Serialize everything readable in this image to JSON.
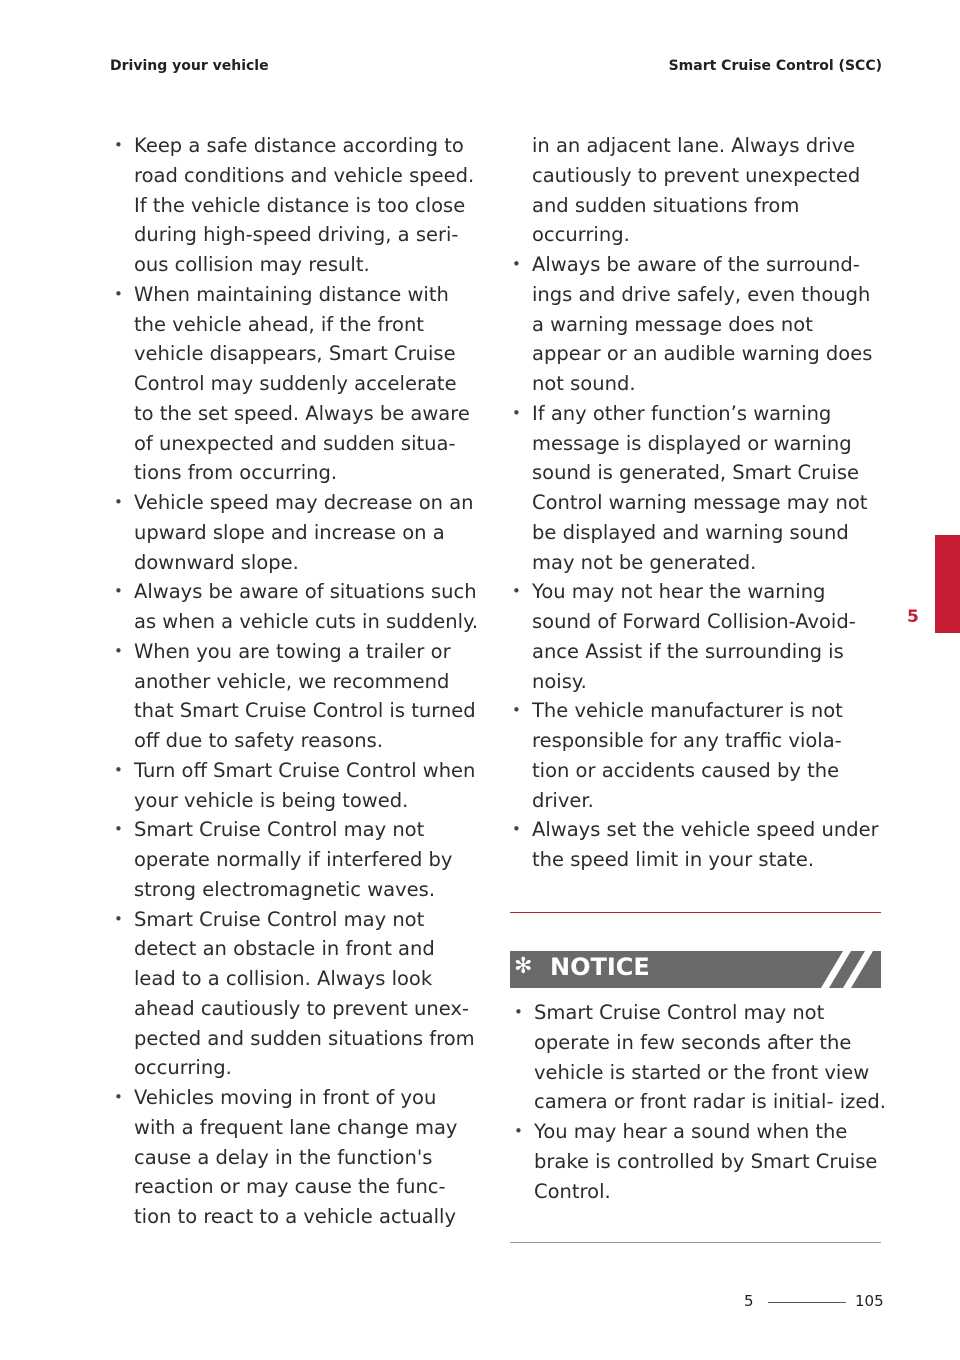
{
  "header": {
    "left": "Driving your vehicle",
    "right": "Smart Cruise Control (SCC)"
  },
  "left_column": [
    "Keep a safe distance according to road conditions and vehicle speed. If the vehicle distance is too close during high-speed driving, a seri- ous collision may result.",
    "When maintaining distance with the vehicle ahead, if the front vehicle disappears, Smart Cruise Control may suddenly accelerate to the set speed. Always be aware of unexpected and sudden situa- tions from occurring.",
    "Vehicle speed may decrease on an upward slope and increase on a downward slope.",
    "Always be aware of situations such as when a vehicle cuts in suddenly.",
    "When you are towing a trailer or another vehicle, we recommend that Smart Cruise Control is turned off due to safety reasons.",
    "Turn off Smart Cruise Control when your vehicle is being towed.",
    "Smart Cruise Control may not operate normally if interfered by strong electromagnetic waves.",
    "Smart Cruise Control may not detect an obstacle in front and lead to a collision. Always look ahead cautiously to prevent unex- pected and sudden situations from occurring.",
    "Vehicles moving in front of you with a frequent lane change may cause a delay in the function's reaction or may cause the func- tion to react to a vehicle actually"
  ],
  "right_column": {
    "continuation": "in an adjacent lane. Always drive cautiously to prevent unexpected and sudden situations from occurring.",
    "bullets": [
      "Always be aware of the surround- ings and drive safely, even though a warning message does not appear or an audible warning does not sound.",
      "If any other function’s warning message is displayed or warning sound is generated, Smart Cruise Control warning message may not be displayed and warning sound may not be generated.",
      "You may not hear the warning sound of Forward Collision-Avoid- ance Assist if the surrounding is noisy.",
      "The vehicle manufacturer is not responsible for any traffic viola- tion or accidents caused by the driver.",
      "Always set the vehicle speed under the speed limit in your state."
    ]
  },
  "notice": {
    "symbol": "✻",
    "title": "NOTICE",
    "items": [
      "Smart Cruise Control may not operate in few seconds after the vehicle is started or the front view camera or front radar is initial- ized.",
      "You may hear a sound when the brake is controlled by Smart Cruise Control."
    ]
  },
  "side_tab": {
    "chapter": "5",
    "color": "#c51d34"
  },
  "footer": {
    "chapter": "5",
    "page": "105"
  }
}
